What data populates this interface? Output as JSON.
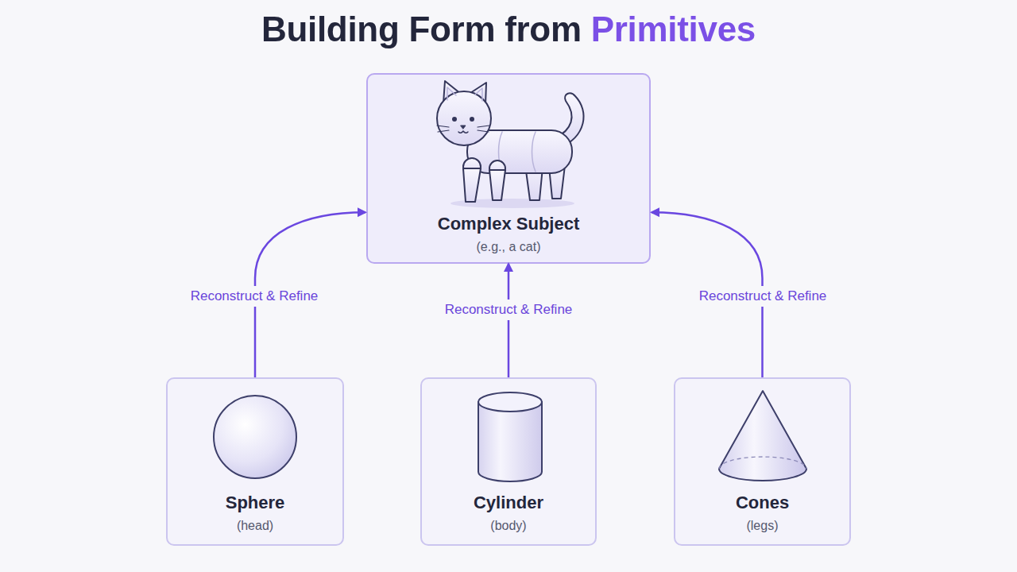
{
  "diagram": {
    "title": "Building Form from Primitives",
    "nodes": [
      {
        "text": [
          "Complex Subject",
          "(e.g., a cat)"
        ]
      },
      {
        "text": [
          "Sphere",
          "(head)"
        ]
      },
      {
        "text": [
          "Cylinder",
          "(body)"
        ]
      },
      {
        "text": [
          "Cones",
          "(legs)"
        ]
      }
    ],
    "edges": [
      {
        "from": 1,
        "to": 0,
        "label": "Reconstruct & Refine",
        "arrow": "to"
      },
      {
        "from": 2,
        "to": 0,
        "label": "Reconstruct & Refine",
        "arrow": "to"
      },
      {
        "from": 3,
        "to": 0,
        "label": "Reconstruct & Refine",
        "arrow": "to"
      }
    ]
  }
}
